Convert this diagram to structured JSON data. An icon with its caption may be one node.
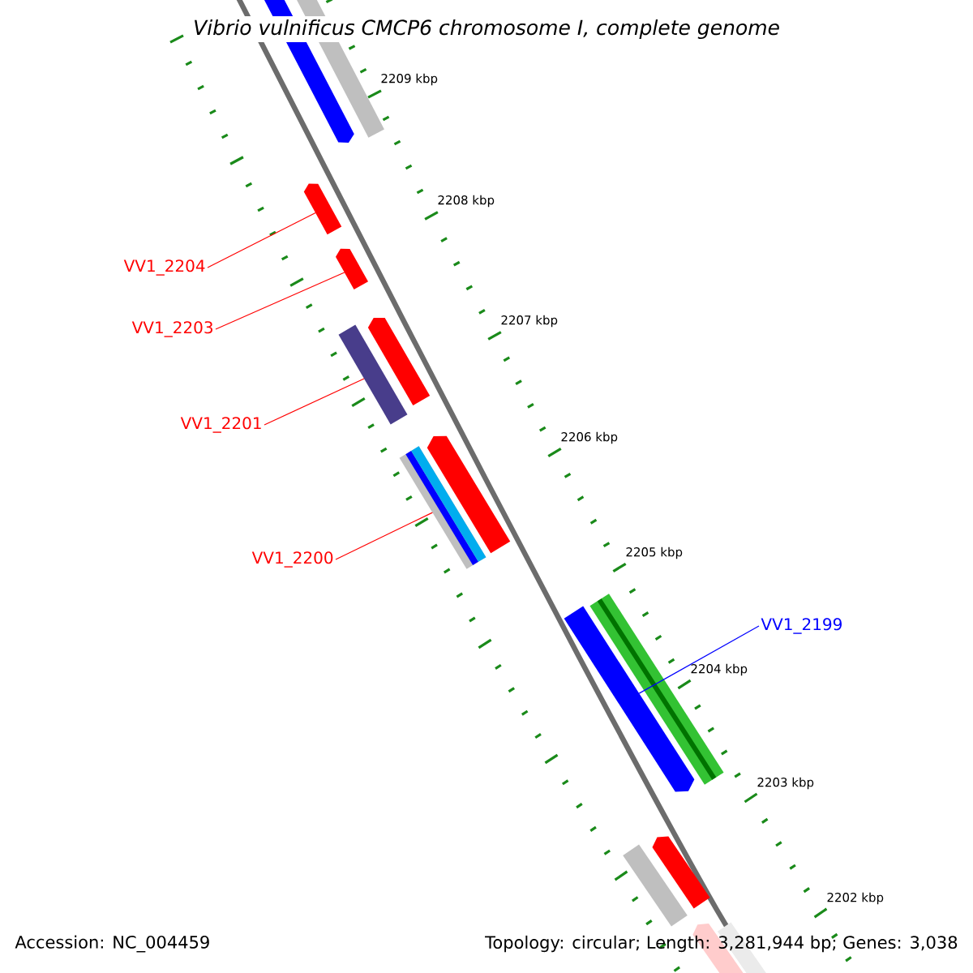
{
  "diagram": {
    "title": "Vibrio vulnificus CMCP6 chromosome I, complete genome",
    "nodes": [
      {
        "text": [
          "VV1_2204"
        ]
      },
      {
        "text": [
          "VV1_2203"
        ]
      },
      {
        "text": [
          "VV1_2201"
        ]
      },
      {
        "text": [
          "VV1_2200"
        ]
      },
      {
        "text": [
          "VV1_2199"
        ]
      },
      {
        "text": [],
        "shape": "arrow"
      },
      {
        "text": [],
        "shape": "bar"
      },
      {
        "text": [],
        "shape": "arrow"
      },
      {
        "text": [],
        "shape": "arrow"
      },
      {
        "text": [],
        "shape": "bar"
      },
      {
        "text": [],
        "shape": "arrow"
      },
      {
        "text": [],
        "shape": "bar"
      },
      {
        "text": [],
        "shape": "arrow"
      },
      {
        "text": [],
        "shape": "arrow"
      },
      {
        "text": [],
        "shape": "bar"
      },
      {
        "text": [],
        "shape": "bar"
      },
      {
        "text": [],
        "shape": "arrow"
      },
      {
        "text": [],
        "shape": "arrow"
      },
      {
        "text": [],
        "shape": "bar"
      }
    ],
    "edges": [
      {
        "from": 0,
        "to": 7,
        "arrow": "none"
      },
      {
        "from": 1,
        "to": 8,
        "arrow": "none"
      },
      {
        "from": 2,
        "to": 9,
        "arrow": "none"
      },
      {
        "from": 3,
        "to": 11,
        "arrow": "none"
      },
      {
        "from": 4,
        "to": 13,
        "arrow": "none",
        "color": "#0000ff"
      }
    ],
    "labels": [
      "2209 kbp",
      "2208 kbp",
      "2207 kbp",
      "2206 kbp",
      "2205 kbp",
      "2204 kbp",
      "2203 kbp",
      "2202 kbp",
      "Accession: NC_004459",
      "Topology: circular; Length: 3,281,944 bp; Genes: 3,038"
    ]
  }
}
